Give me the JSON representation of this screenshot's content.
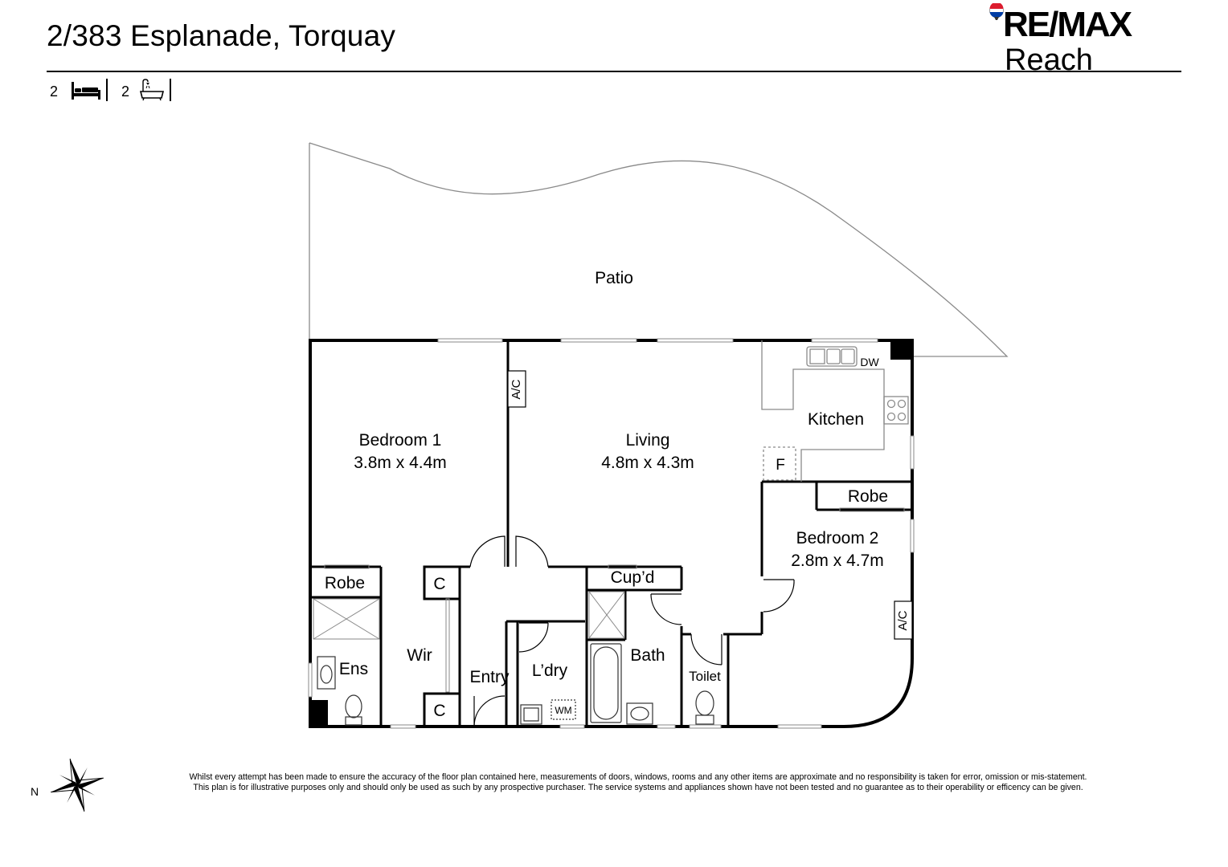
{
  "header": {
    "address": "2/383 Esplanade, Torquay",
    "brand": "RE/MAX",
    "office": "Reach"
  },
  "stats": {
    "bedrooms": "2",
    "bathrooms": "2",
    "bed_icon": "bed-icon",
    "bath_icon": "bath-icon"
  },
  "rooms": {
    "patio": "Patio",
    "bedroom1_name": "Bedroom 1",
    "bedroom1_size": "3.8m x 4.4m",
    "living_name": "Living",
    "living_size": "4.8m x 4.3m",
    "kitchen": "Kitchen",
    "dw": "DW",
    "fridge": "F",
    "ac_living": "A/C",
    "robe2": "Robe",
    "bedroom2_name": "Bedroom 2",
    "bedroom2_size": "2.8m x 4.7m",
    "ac_bed2": "A/C",
    "robe1": "Robe",
    "ens": "Ens",
    "wir": "Wir",
    "c_top": "C",
    "c_bottom": "C",
    "entry": "Entry",
    "laundry": "L’dry",
    "wm": "WM",
    "cupd": "Cup’d",
    "bath": "Bath",
    "toilet": "Toilet"
  },
  "compass": {
    "label": "N"
  },
  "disclaimer": {
    "line1": "Whilst every attempt has been made to ensure the accuracy of the floor plan contained here, measurements of doors, windows, rooms and any other items are approximate and no responsibility is taken for error, omission  or mis-statement.",
    "line2": "This plan is for illustrative purposes only and should only be used as such by any prospective purchaser. The service systems and appliances  shown have not been tested and no guarantee as to their operability or efficency can be given."
  },
  "colors": {
    "ink": "#000000",
    "grey": "#8a8a8a",
    "brand_red": "#dc1c2e",
    "brand_blue": "#003da5"
  }
}
